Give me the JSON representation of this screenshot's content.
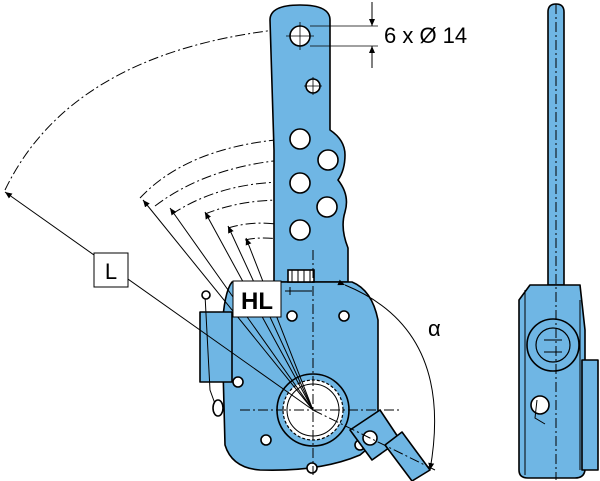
{
  "labels": {
    "length": "L",
    "hole_length": "HL",
    "angle": "α",
    "holes": "6 x Ø 14"
  },
  "colors": {
    "part": "#6fb6e4",
    "outline": "#000000",
    "background": "#ffffff"
  }
}
